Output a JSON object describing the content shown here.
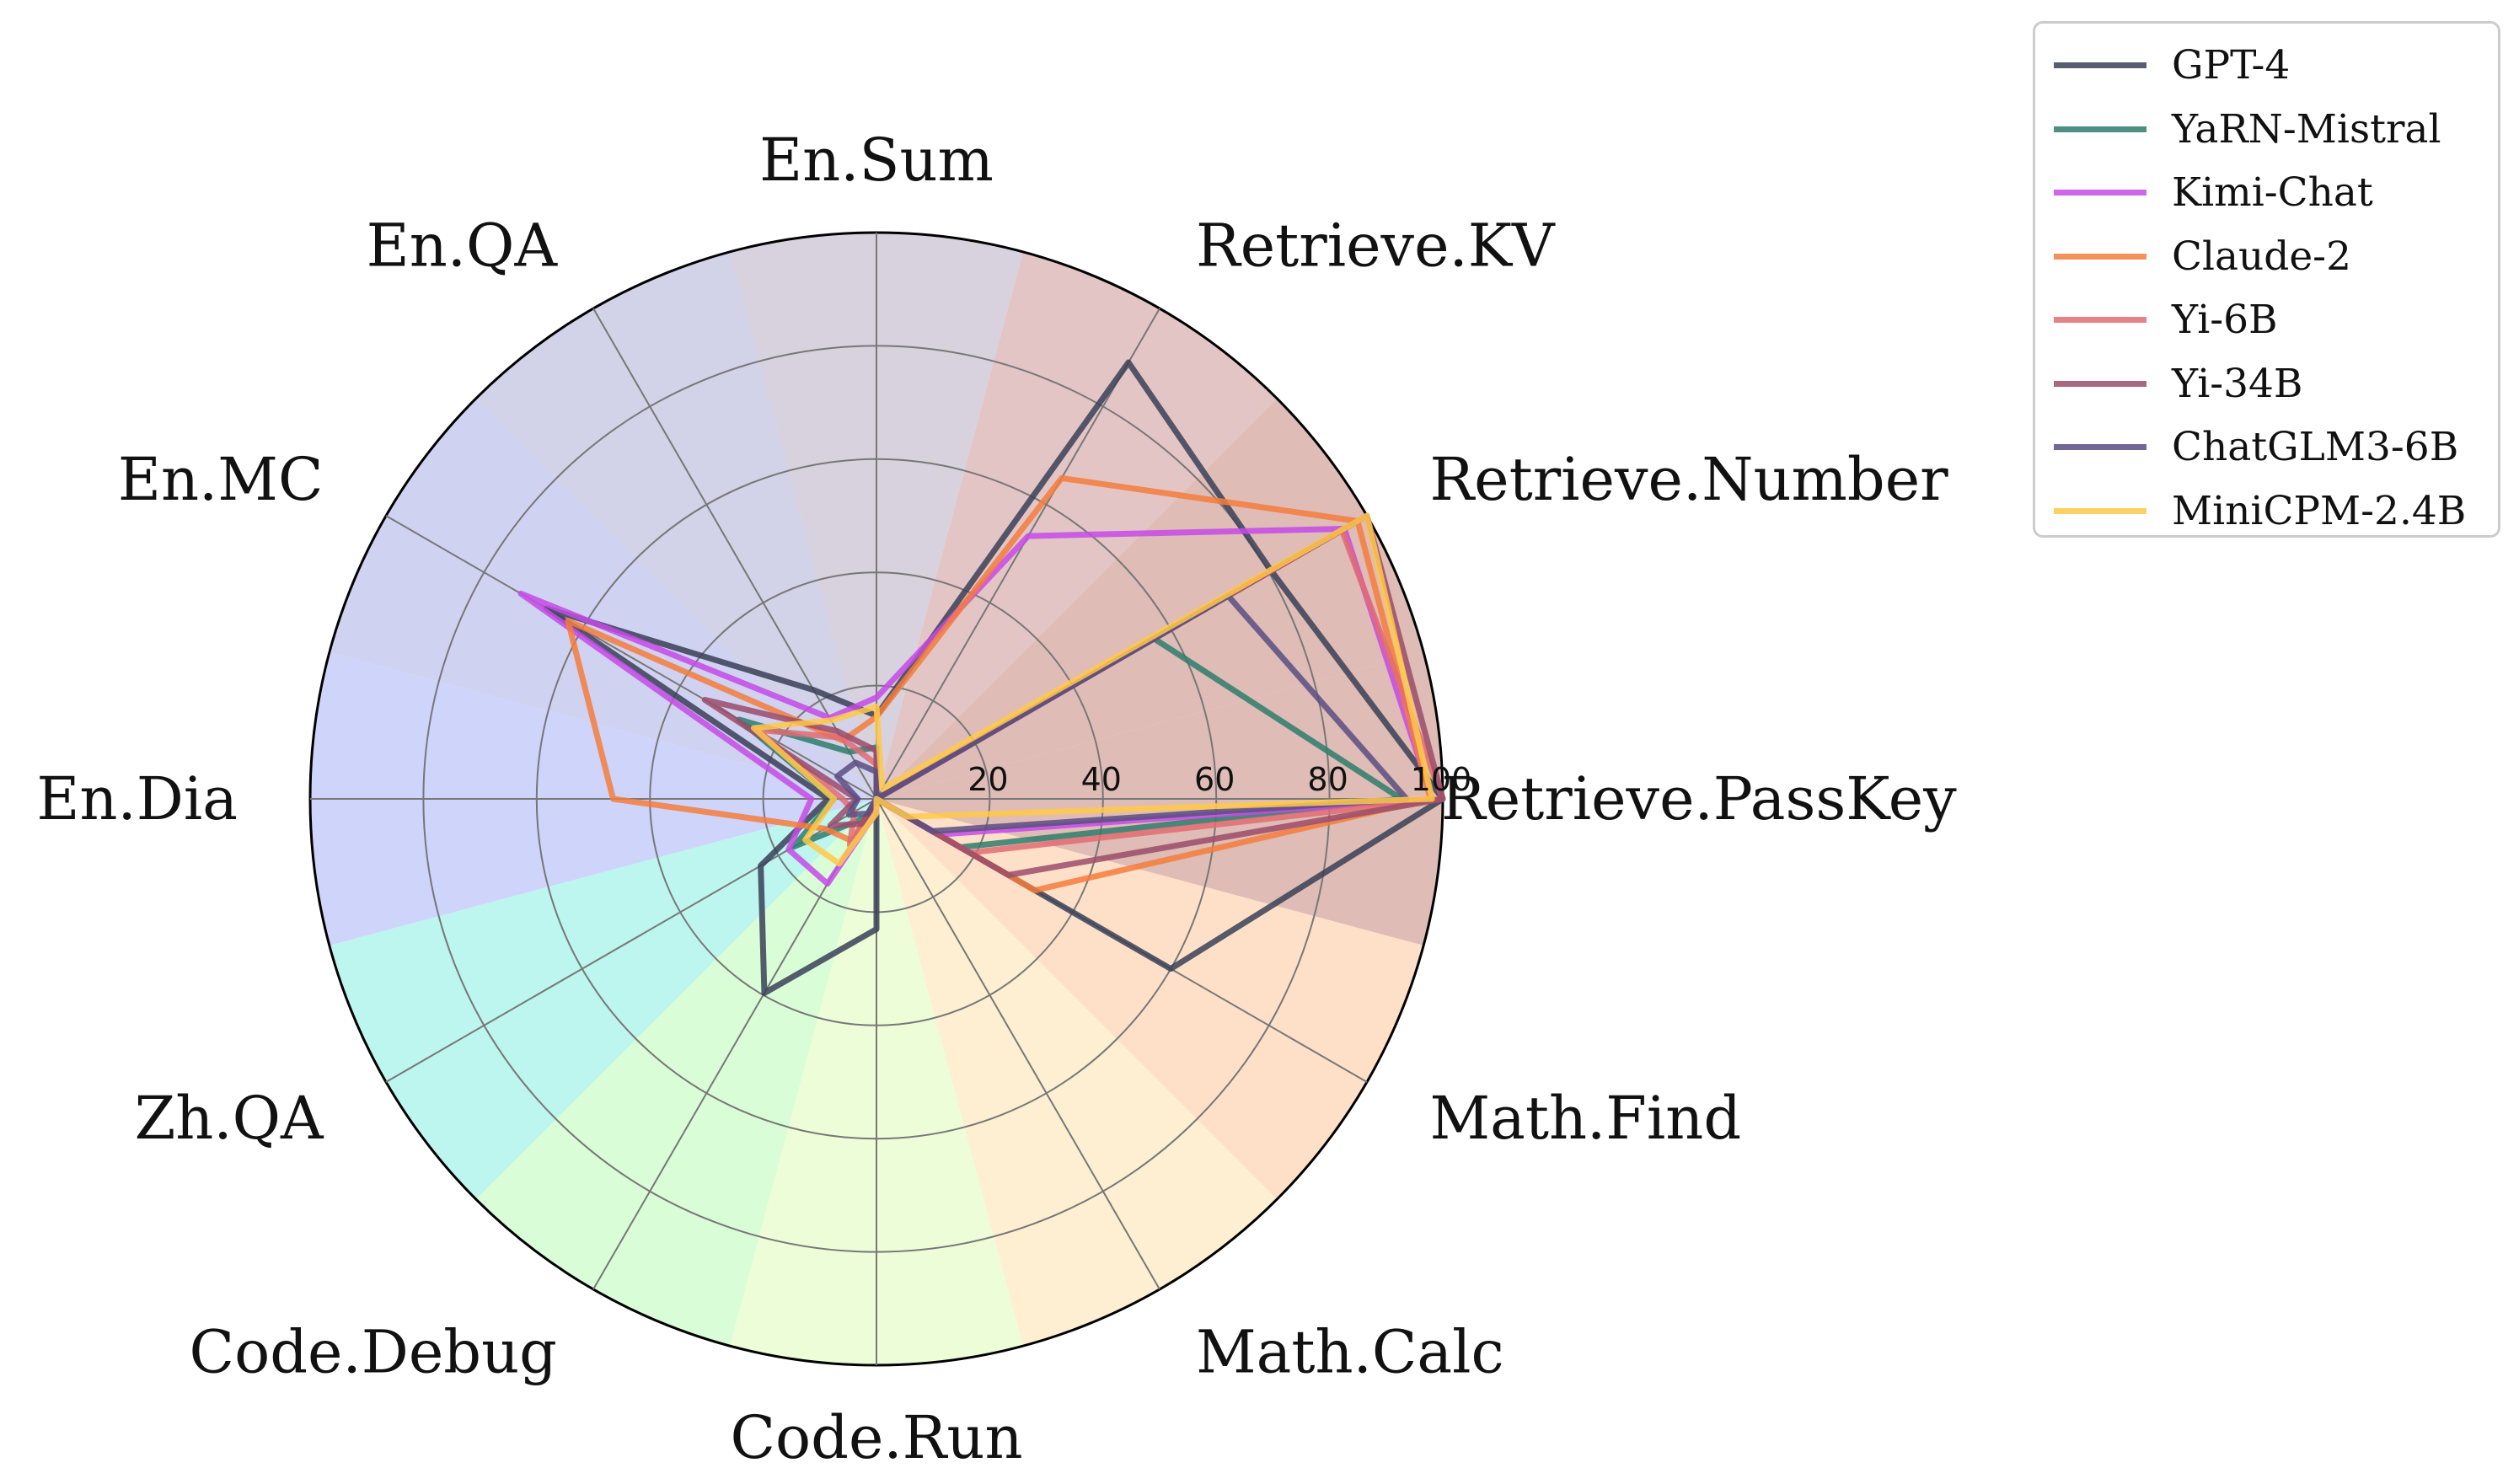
{
  "chart_data": {
    "type": "radar",
    "axes": [
      "Retrieve.PassKey",
      "Retrieve.Number",
      "Retrieve.KV",
      "En.Sum",
      "En.QA",
      "En.MC",
      "En.Dia",
      "Zh.QA",
      "Code.Debug",
      "Code.Run",
      "Math.Calc",
      "Math.Find"
    ],
    "rlim": [
      0,
      100
    ],
    "rticks": [
      "20",
      "40",
      "60",
      "80",
      "100"
    ],
    "grid": true,
    "legend_position": "outside-top-right",
    "sector_colors": [
      "#d4a59e",
      "#d4a59e",
      "#dbb2b3",
      "#c9c3d2",
      "#c3c3e0",
      "#c0c3ec",
      "#bdc6f8",
      "#a7f2e9",
      "#ccfcc9",
      "#e6fccb",
      "#fde9c3",
      "#fdd5b7"
    ],
    "series": [
      {
        "name": "GPT-4",
        "color": "#3a4057",
        "values": [
          100,
          80.5,
          89.0,
          14.7,
          22.2,
          67.3,
          8.5,
          23.6,
          39.6,
          23.0,
          0.0,
          60.0
        ]
      },
      {
        "name": "YaRN-Mistral",
        "color": "#2e7d6c",
        "values": [
          92.7,
          56.6,
          0.0,
          9.1,
          9.6,
          28.0,
          7.5,
          16.9,
          3.8,
          0.0,
          0.0,
          17.1
        ]
      },
      {
        "name": "Kimi-Chat",
        "color": "#c54ae6",
        "values": [
          98.1,
          95.4,
          53.6,
          17.9,
          16.5,
          72.5,
          11.5,
          17.9,
          17.3,
          2.3,
          0.0,
          12.6
        ]
      },
      {
        "name": "Claude-2",
        "color": "#f47c3c",
        "values": [
          97.8,
          98.1,
          65.4,
          14.5,
          11.9,
          62.9,
          46.5,
          10.5,
          8.6,
          1.1,
          0.0,
          32.3
        ]
      },
      {
        "name": "Yi-6B",
        "color": "#e06c72",
        "values": [
          100,
          94.9,
          0.0,
          6.1,
          12.5,
          24.4,
          6.0,
          4.5,
          9.4,
          0.0,
          0.0,
          19.0
        ]
      },
      {
        "name": "Yi-34B",
        "color": "#9b4c6a",
        "values": [
          100,
          100.0,
          0.0,
          8.5,
          13.8,
          35.0,
          3.5,
          9.4,
          5.1,
          0.0,
          0.0,
          26.9
        ]
      },
      {
        "name": "ChatGLM3-6B",
        "color": "#5a4e82",
        "values": [
          93.6,
          71.7,
          0.0,
          4.8,
          7.4,
          8.0,
          3.3,
          5.6,
          3.0,
          0.0,
          0.0,
          11.4
        ]
      },
      {
        "name": "MiniCPM-2.4B",
        "color": "#ffc94a",
        "values": [
          98.1,
          100.0,
          2.0,
          16.3,
          16.0,
          25.0,
          7.5,
          14.5,
          13.2,
          2.5,
          0.0,
          6.3
        ]
      }
    ]
  }
}
